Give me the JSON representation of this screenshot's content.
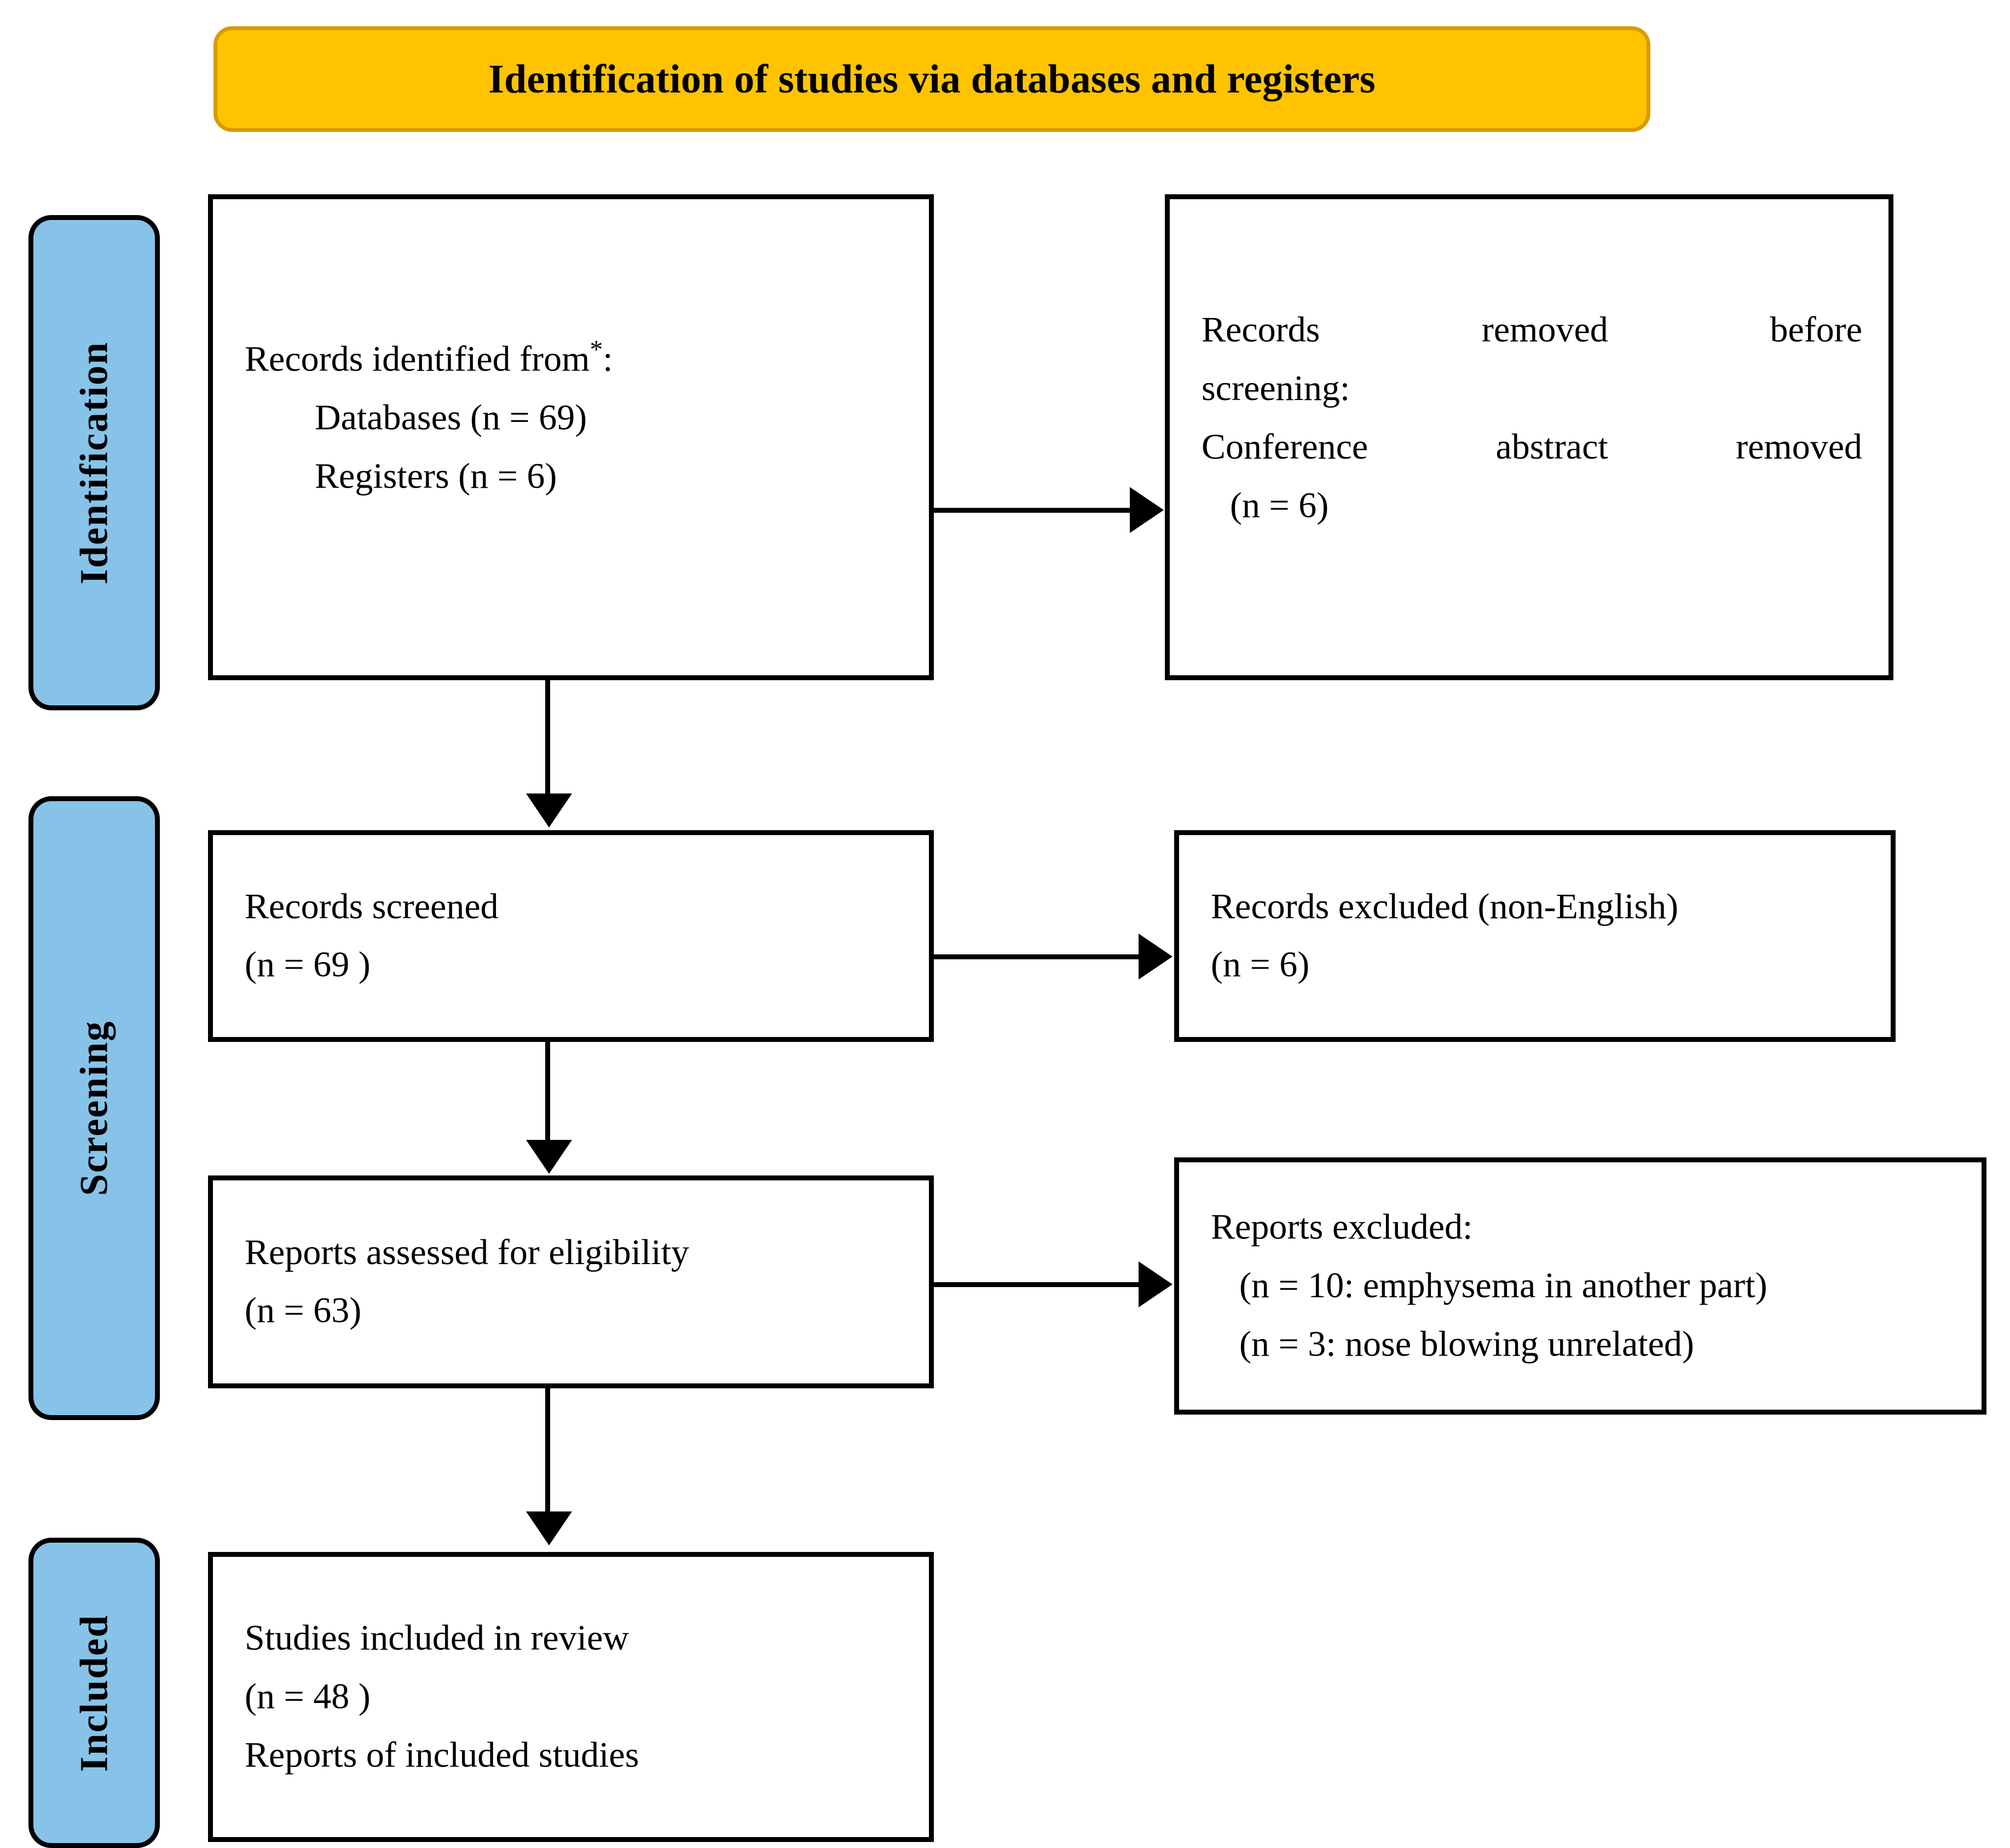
{
  "title": {
    "text": "Identification of studies via databases and registers",
    "background_color": "#FFC300",
    "border_color": "#D99A00"
  },
  "stages": {
    "accent_color": "#87C3E8",
    "identification": "Identification",
    "screening": "Screening",
    "included": "Included"
  },
  "boxes": {
    "identified": {
      "line1_prefix": "Records identified from",
      "line1_marker": "*",
      "line1_suffix": ":",
      "line2": "Databases (n = 69)",
      "line3": "Registers (n = 6)"
    },
    "removed": {
      "line1": "Records removed before",
      "line2": "screening:",
      "line3": "Conference abstract removed",
      "line4": "(n = 6)"
    },
    "screened": {
      "line1": "Records screened",
      "line2": "(n = 69 )"
    },
    "excluded_language": {
      "line1": "Records excluded (non-English)",
      "line2": "(n = 6)"
    },
    "eligibility": {
      "line1": "Reports assessed for eligibility",
      "line2": "(n = 63)"
    },
    "reports_excluded": {
      "line1": "Reports excluded:",
      "line2": "(n = 10: emphysema in another part)",
      "line3": "(n = 3: nose blowing unrelated)"
    },
    "included": {
      "line1": "Studies included in review",
      "line2": "(n = 48 )",
      "line3": "Reports of included studies"
    }
  }
}
